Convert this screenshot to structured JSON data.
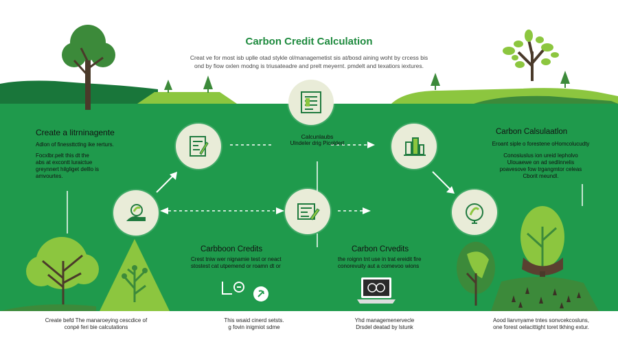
{
  "header": {
    "title": "Carbon Credit Calculation",
    "subtitle_lines": [
      "Creat ve for most isb uplle otad stykle ol/managemetist sis at/bosd aining woht by crcess bis",
      "ond by fiow oxlen modng is triusateadre and prelt meyernt. pmdelt and texatiors iextures."
    ]
  },
  "left_block": {
    "heading": "Create a litrninagente",
    "lines": [
      "Adlon of finessttctlng ike rerturs."
    ],
    "body_lines": [
      "Focxlbr.pelt this dt the",
      "abs at excontt luraictue",
      "greynnert hilgliget delllo is",
      "amvourtes."
    ]
  },
  "top_center": {
    "heading": "Calcunlaubs",
    "line": "Ulndeler drig Picoldert"
  },
  "right_block": {
    "heading": "Carbon Calsulaatlon",
    "lines": [
      "Eroant siple o forestene oHomcolucudty"
    ],
    "body_lines": [
      "Conosiuslus ion ureid lepholvo",
      "Ulouaewe on ad sedlinnelis",
      "poavesove fow trgangmtor celeas",
      "Cborit meundl."
    ]
  },
  "mid_left": {
    "heading": "Carbboon Credits",
    "lines": [
      "Crest tniw wer nignamie test or neact",
      "stostest cat utpemend or roamn dt or"
    ]
  },
  "mid_right": {
    "heading": "Carbon Crvedits",
    "lines": [
      "the roignn tnt use in trat ereidit fire",
      "conorevuity aut a comevoo wions"
    ]
  },
  "footer": {
    "col1": [
      "Create befd The manaroeying cescdice of",
      "conpé feri bie calcutations"
    ],
    "col2": [
      "This wsaid cinerd setsts.",
      "g fovin inigmiot sdme"
    ],
    "col3": [
      "Yhd managemenervecle",
      "Drsdel deatad by lstunk"
    ],
    "col4": [
      "Aood liarvnyame tntes sonvcekcosluns,",
      "one forest oelacittight toret tkhing extur."
    ]
  },
  "icons": [
    "document-icon",
    "document-pen-icon",
    "buildings-icon",
    "leaf-hand-icon",
    "clipboard-pen-icon",
    "leaf-gauge-icon",
    "carbon-credit-coin-icon",
    "laptop-coin-icon"
  ],
  "colors": {
    "band": "#1f9a4c",
    "title": "#1e8a3e",
    "circle": "#e9ecd8",
    "tree_dark": "#3c8a3a",
    "tree_light": "#8cc63f"
  }
}
